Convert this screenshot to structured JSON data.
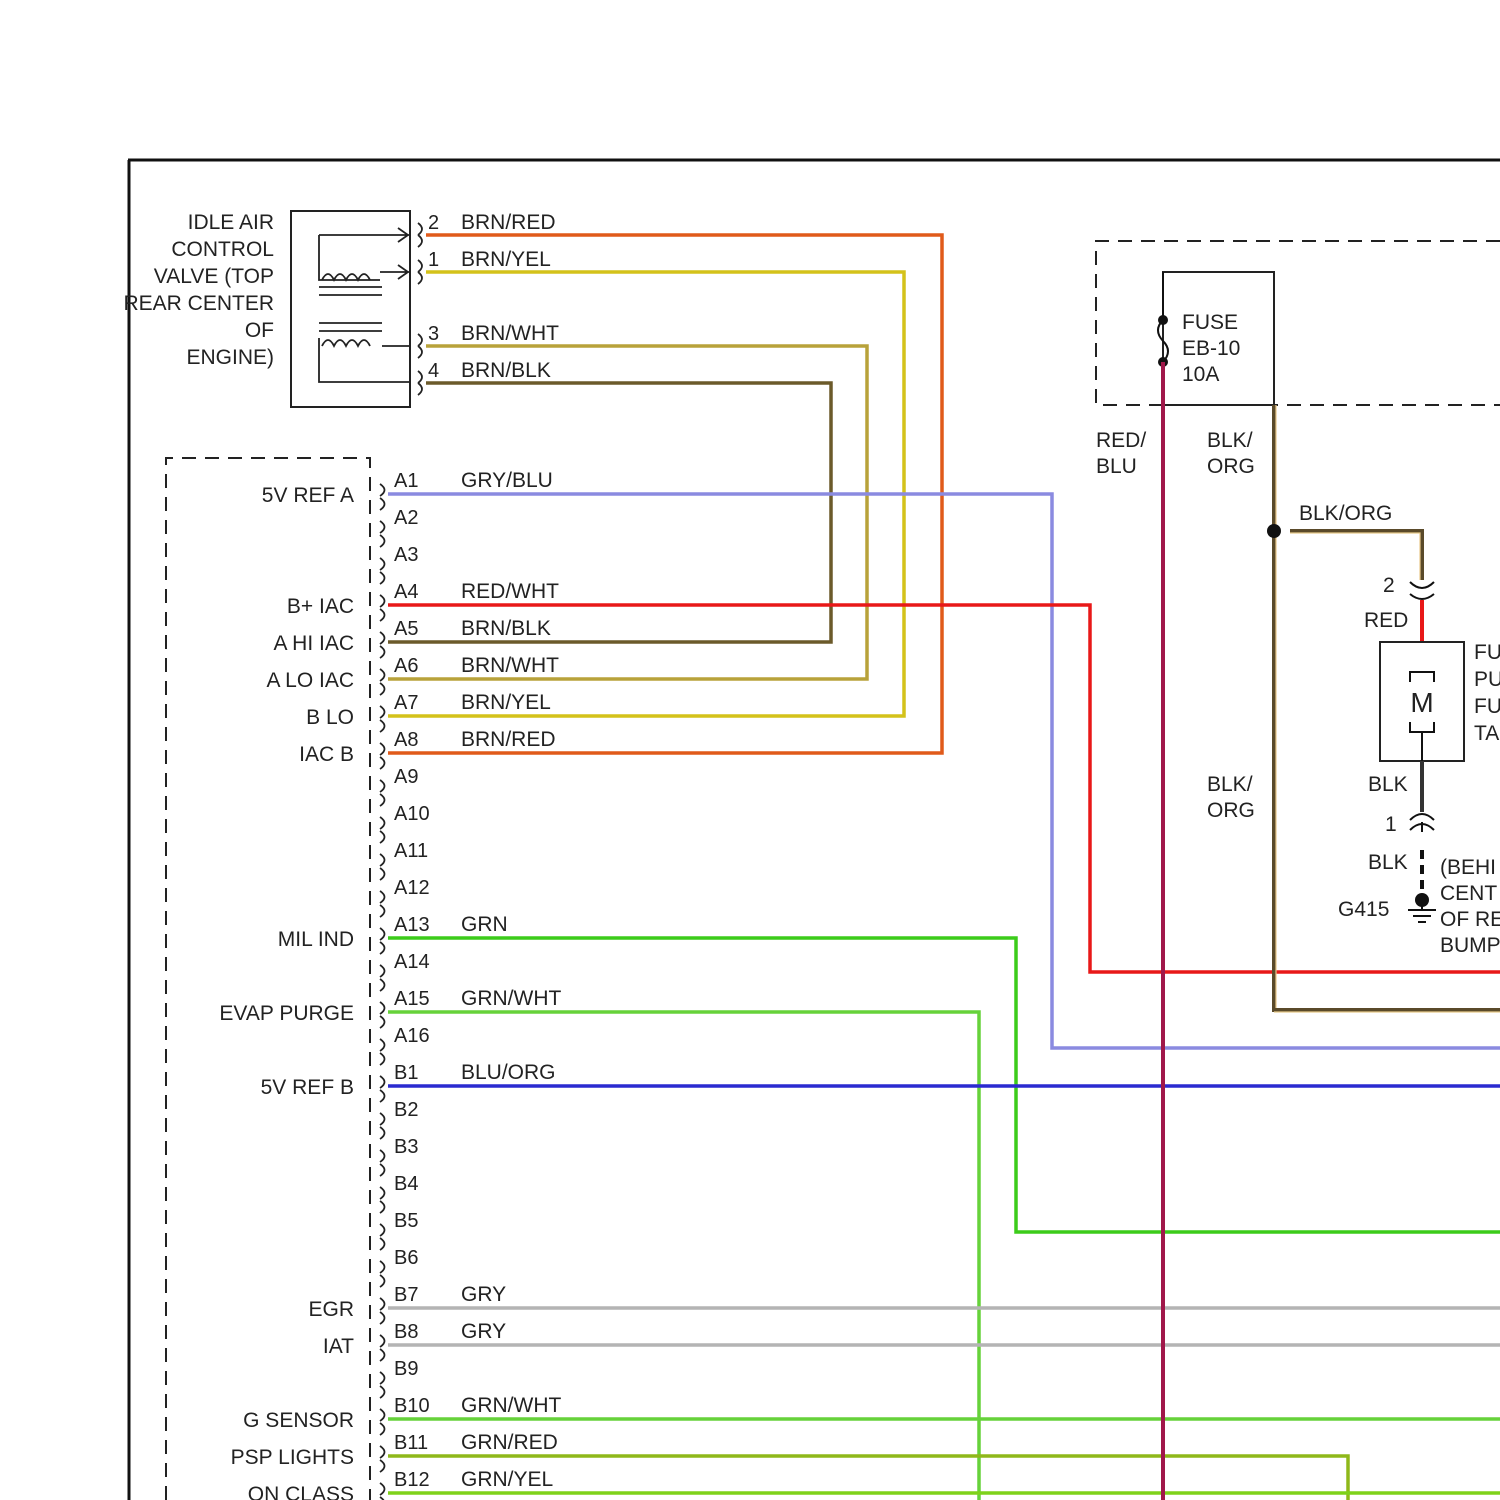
{
  "iac_valve": {
    "label_lines": [
      "IDLE AIR",
      "CONTROL",
      "VALVE (TOP",
      "REAR CENTER",
      "OF",
      "ENGINE)"
    ],
    "pins": [
      {
        "pin": "2",
        "wire": "BRN/RED",
        "color": "#e05a1a"
      },
      {
        "pin": "1",
        "wire": "BRN/YEL",
        "color": "#d4c21a"
      },
      {
        "pin": "3",
        "wire": "BRN/WHT",
        "color": "#b8a23a"
      },
      {
        "pin": "4",
        "wire": "BRN/BLK",
        "color": "#6b5a2a"
      }
    ]
  },
  "pcm_connector": {
    "pins": [
      {
        "pin": "A1",
        "signal": "5V REF A",
        "wire": "GRY/BLU",
        "color": "#8a8ae0"
      },
      {
        "pin": "A2",
        "signal": "",
        "wire": "",
        "color": ""
      },
      {
        "pin": "A3",
        "signal": "",
        "wire": "",
        "color": ""
      },
      {
        "pin": "A4",
        "signal": "B+ IAC",
        "wire": "RED/WHT",
        "color": "#e81818"
      },
      {
        "pin": "A5",
        "signal": "A HI IAC",
        "wire": "BRN/BLK",
        "color": "#6b5a2a"
      },
      {
        "pin": "A6",
        "signal": "A LO IAC",
        "wire": "BRN/WHT",
        "color": "#b8a23a"
      },
      {
        "pin": "A7",
        "signal": "B LO",
        "wire": "BRN/YEL",
        "color": "#d4c21a"
      },
      {
        "pin": "A8",
        "signal": "IAC B",
        "wire": "BRN/RED",
        "color": "#e05a1a"
      },
      {
        "pin": "A9",
        "signal": "",
        "wire": "",
        "color": ""
      },
      {
        "pin": "A10",
        "signal": "",
        "wire": "",
        "color": ""
      },
      {
        "pin": "A11",
        "signal": "",
        "wire": "",
        "color": ""
      },
      {
        "pin": "A12",
        "signal": "",
        "wire": "",
        "color": ""
      },
      {
        "pin": "A13",
        "signal": "MIL IND",
        "wire": "GRN",
        "color": "#3ccc1a"
      },
      {
        "pin": "A14",
        "signal": "",
        "wire": "",
        "color": ""
      },
      {
        "pin": "A15",
        "signal": "EVAP PURGE",
        "wire": "GRN/WHT",
        "color": "#66d23a"
      },
      {
        "pin": "A16",
        "signal": "",
        "wire": "",
        "color": ""
      },
      {
        "pin": "B1",
        "signal": "5V REF B",
        "wire": "BLU/ORG",
        "color": "#2a2ad0"
      },
      {
        "pin": "B2",
        "signal": "",
        "wire": "",
        "color": ""
      },
      {
        "pin": "B3",
        "signal": "",
        "wire": "",
        "color": ""
      },
      {
        "pin": "B4",
        "signal": "",
        "wire": "",
        "color": ""
      },
      {
        "pin": "B5",
        "signal": "",
        "wire": "",
        "color": ""
      },
      {
        "pin": "B6",
        "signal": "",
        "wire": "",
        "color": ""
      },
      {
        "pin": "B7",
        "signal": "EGR",
        "wire": "GRY",
        "color": "#b4b4b4"
      },
      {
        "pin": "B8",
        "signal": "IAT",
        "wire": "GRY",
        "color": "#b4b4b4"
      },
      {
        "pin": "B9",
        "signal": "",
        "wire": "",
        "color": ""
      },
      {
        "pin": "B10",
        "signal": "G SENSOR",
        "wire": "GRN/WHT",
        "color": "#66d23a"
      },
      {
        "pin": "B11",
        "signal": "PSP LIGHTS",
        "wire": "GRN/RED",
        "color": "#8fb81a"
      },
      {
        "pin": "B12",
        "signal": "ON CLASS",
        "wire": "GRN/YEL",
        "color": "#7ed21a"
      }
    ]
  },
  "fuse": {
    "lines": [
      "FUSE",
      "EB-10",
      "10A"
    ]
  },
  "fuse_wires": {
    "left": "RED/\nBLU",
    "right": "BLK/\nORG"
  },
  "splice_wire": "BLK/ORG",
  "lower_wire": "BLK/\nORG",
  "fuel_pump": {
    "pin_top": "2",
    "wire_top": "RED",
    "motor": "M",
    "label_lines": [
      "FU",
      "PU",
      "FU",
      "TA"
    ],
    "wire_bottom": "BLK",
    "pin_bottom": "1",
    "wire_ground": "BLK"
  },
  "ground": {
    "id": "G415",
    "location_lines": [
      "(BEHI",
      "CENT",
      "OF RE",
      "BUMP"
    ]
  },
  "colors": {
    "frame": "#111111",
    "fuse_feed": "#a0184a",
    "blk_org": "#5a4a2a"
  }
}
